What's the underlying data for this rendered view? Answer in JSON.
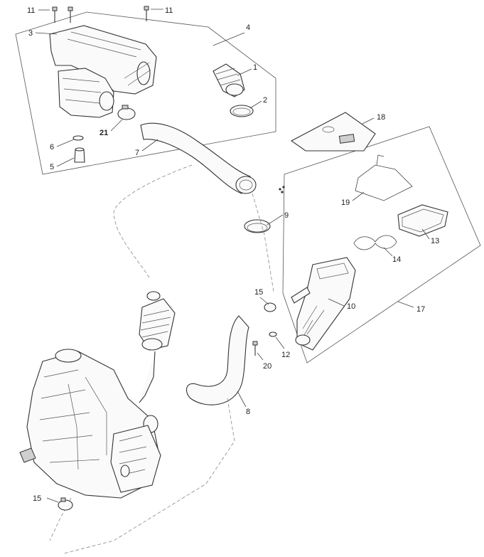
{
  "diagram": {
    "callouts": [
      {
        "id": "c11a",
        "label": "11"
      },
      {
        "id": "c11b",
        "label": "11"
      },
      {
        "id": "c3",
        "label": "3"
      },
      {
        "id": "c4",
        "label": "4"
      },
      {
        "id": "c1",
        "label": "1"
      },
      {
        "id": "c2",
        "label": "2"
      },
      {
        "id": "c21",
        "label": "21"
      },
      {
        "id": "c6",
        "label": "6"
      },
      {
        "id": "c5",
        "label": "5"
      },
      {
        "id": "c7",
        "label": "7"
      },
      {
        "id": "c18",
        "label": "18"
      },
      {
        "id": "c19",
        "label": "19"
      },
      {
        "id": "c9",
        "label": "9"
      },
      {
        "id": "c13",
        "label": "13"
      },
      {
        "id": "c14",
        "label": "14"
      },
      {
        "id": "c15a",
        "label": "15"
      },
      {
        "id": "c10",
        "label": "10"
      },
      {
        "id": "c17",
        "label": "17"
      },
      {
        "id": "c12",
        "label": "12"
      },
      {
        "id": "c20",
        "label": "20"
      },
      {
        "id": "c8",
        "label": "8"
      },
      {
        "id": "c15b",
        "label": "15"
      }
    ]
  }
}
